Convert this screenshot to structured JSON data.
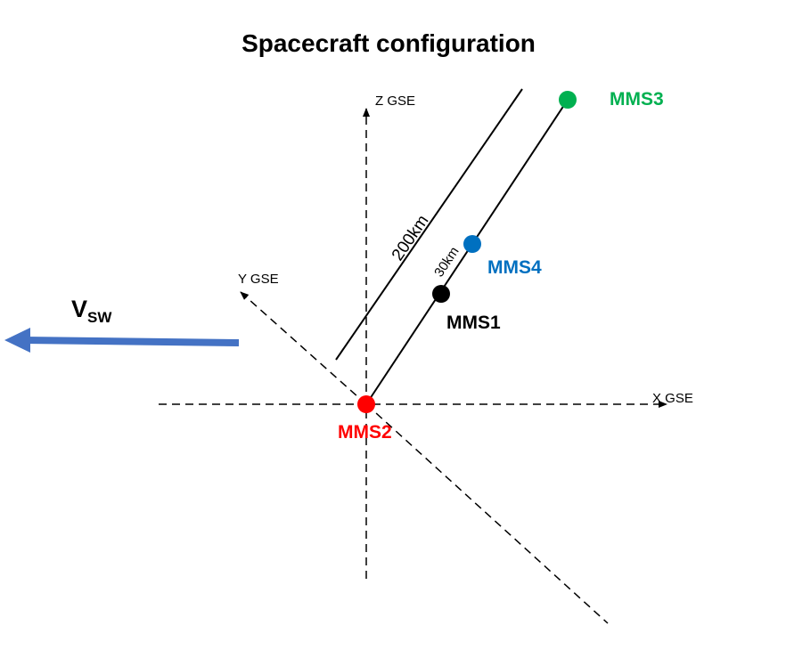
{
  "title": "Spacecraft configuration",
  "axes": {
    "x": "X GSE",
    "y": "Y GSE",
    "z": "Z GSE"
  },
  "distances": {
    "long": "200km",
    "short": "30km"
  },
  "solar_wind": {
    "symbol": "V",
    "subscript": "SW",
    "arrow_color": "#4472C4"
  },
  "spacecraft": [
    {
      "name": "MMS1",
      "color": "#000000"
    },
    {
      "name": "MMS2",
      "color": "#FF0000"
    },
    {
      "name": "MMS3",
      "color": "#00B050"
    },
    {
      "name": "MMS4",
      "color": "#0070C0"
    }
  ]
}
